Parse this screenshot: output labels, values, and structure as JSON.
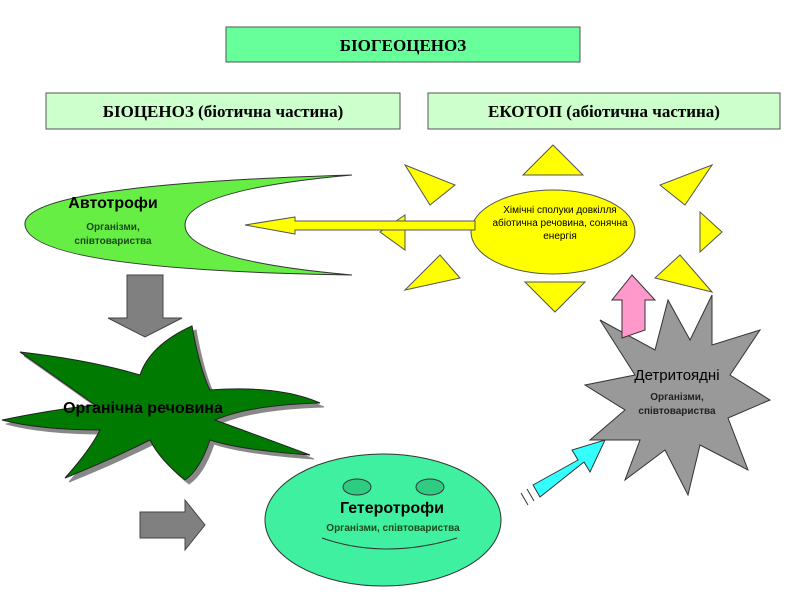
{
  "title": "БІОГЕОЦЕНОЗ",
  "biocenosis_box": "БІОЦЕНОЗ (біотична частина)",
  "ecotope_box": "ЕКОТОП (абіотична частина)",
  "sun": {
    "line1": "Хімічні сполуки довкілля",
    "line2": "абіотична речовина, сонячна",
    "line3": "енергія"
  },
  "autotrophs": {
    "title": "Автотрофи",
    "sub1": "Організми,",
    "sub2": "співтовариства"
  },
  "organic_matter": "Органічна речовина",
  "heterotrophs": {
    "title": "Гетеротрофи",
    "sub": "Організми, співтовариства"
  },
  "detritivores": {
    "title": "Детритоядні",
    "sub1": "Організми,",
    "sub2": "співтовариства"
  },
  "colors": {
    "title_box": "#66ff99",
    "sub_box": "#ccffcc",
    "sun": "#ffff00",
    "autotrophs": "#66ee44",
    "organic": "#007a00",
    "heterotrophs": "#3ff0a0",
    "detritivores": "#999999",
    "pink_arrow": "#ff99cc",
    "cyan_arrow": "#33ffff"
  }
}
